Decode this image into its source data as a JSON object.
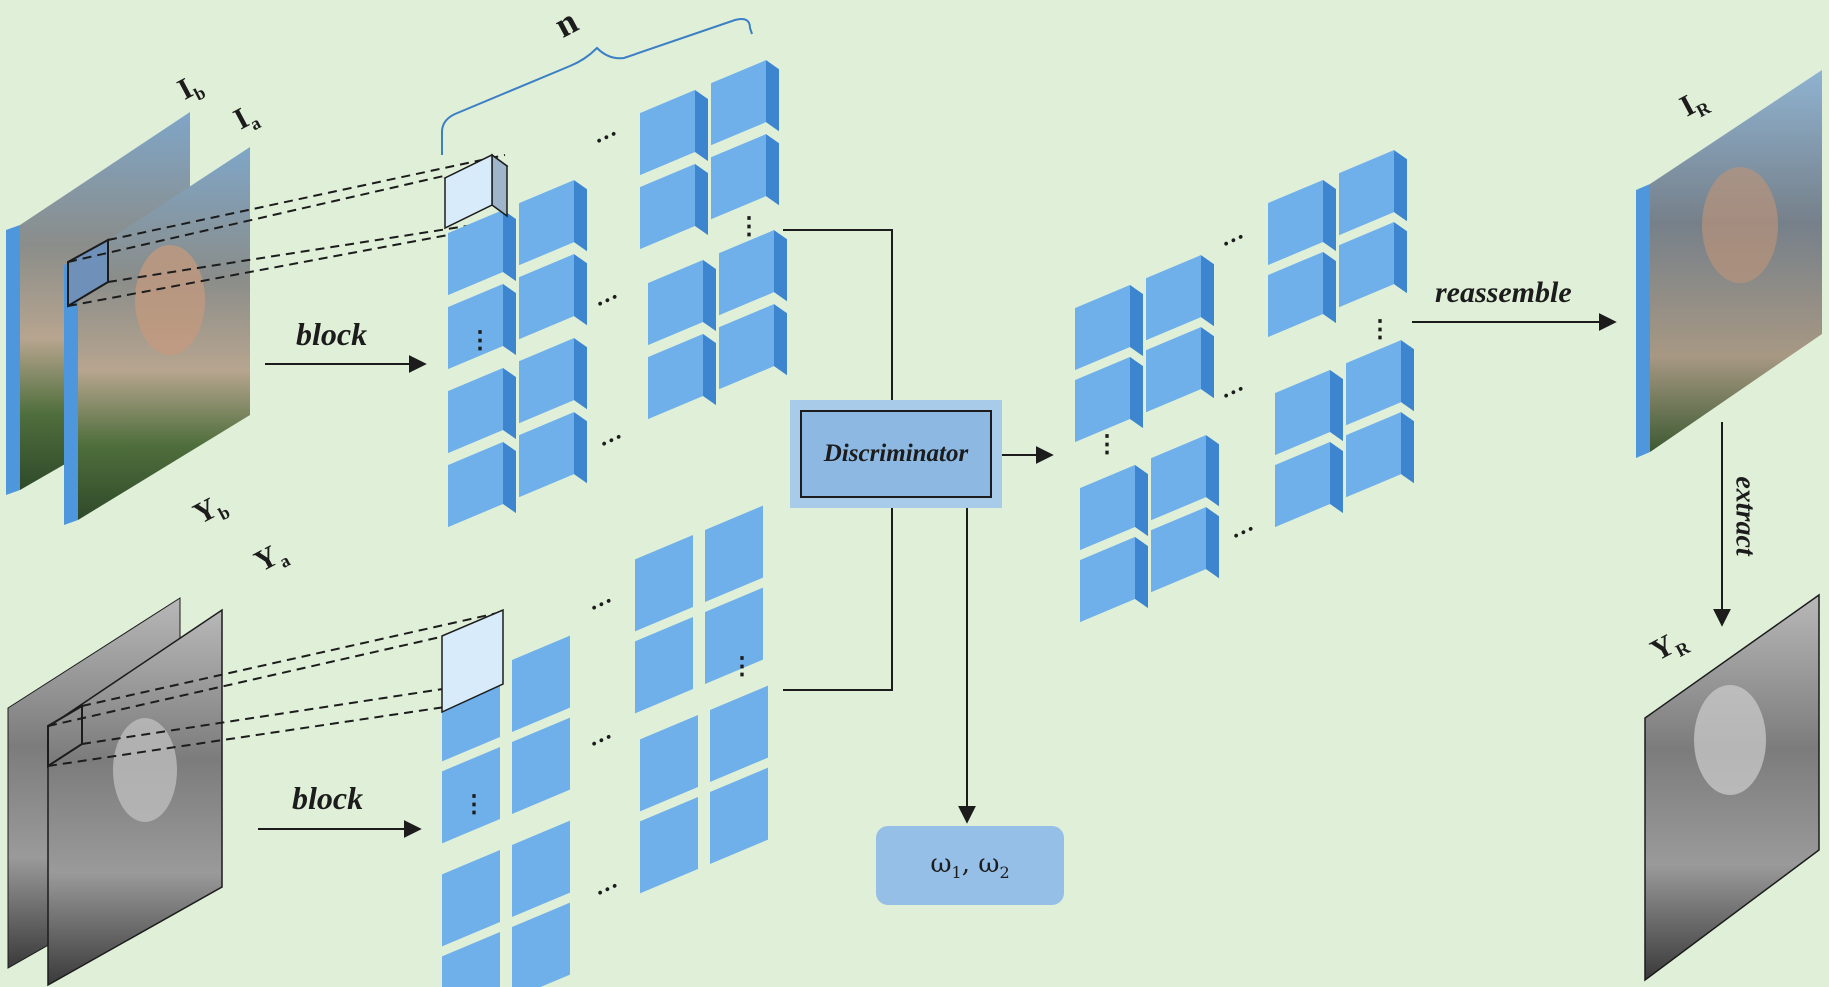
{
  "labels": {
    "n": "n",
    "i_b": "I",
    "i_b_sub": "b",
    "i_a": "I",
    "i_a_sub": "a",
    "y_b": "Y",
    "y_b_sub": "b",
    "y_a": "Y",
    "y_a_sub": "a",
    "i_r": "I",
    "i_r_sub": "R",
    "y_r": "Y",
    "y_r_sub": "R",
    "block_top": "block",
    "block_bottom": "block",
    "reassemble": "reassemble",
    "extract": "extract",
    "discriminator": "Discriminator",
    "omega": "ω",
    "omega_sub1": "1",
    "omega_sep": ", ω",
    "omega_sub2": "2",
    "ellipsis_h": "···",
    "ellipsis_v": "⋮"
  },
  "colors": {
    "background": "#e0efd8",
    "block_front": "#6fb0ea",
    "block_side": "#3d85cf",
    "block_top": "#a9d2f6",
    "highlight_block": "#d7ebfb",
    "discriminator_fill": "#8cb8e2",
    "omega_fill": "#95bfe6",
    "brace": "#3b7fc4",
    "stroke": "#1c1c1c"
  }
}
